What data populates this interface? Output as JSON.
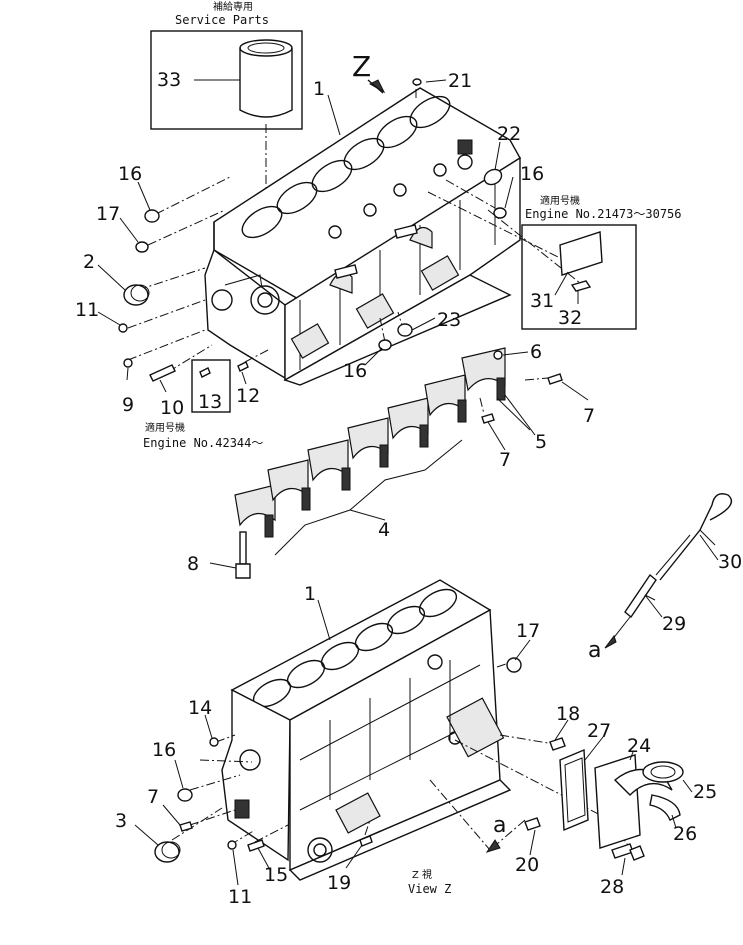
{
  "notes": {
    "service_parts_jp": "補給専用",
    "service_parts_en": "Service Parts",
    "applicable_jp_1": "適用号機",
    "engine_range_1": "Engine No.21473～30756",
    "applicable_jp_2": "適用号機",
    "engine_range_2": "Engine No.42344～",
    "view_jp": "Z 視",
    "view_en": "View Z"
  },
  "markers": {
    "view_letter": "Z",
    "arrow_a_top": "a",
    "arrow_a_bottom": "a"
  },
  "part_labels": [
    {
      "id": "p33",
      "text": "33"
    },
    {
      "id": "p1_top",
      "text": "1"
    },
    {
      "id": "p21",
      "text": "21"
    },
    {
      "id": "p22",
      "text": "22"
    },
    {
      "id": "p16_a",
      "text": "16"
    },
    {
      "id": "p16_b",
      "text": "16"
    },
    {
      "id": "p17_a",
      "text": "17"
    },
    {
      "id": "p2",
      "text": "2"
    },
    {
      "id": "p11_a",
      "text": "11"
    },
    {
      "id": "p9",
      "text": "9"
    },
    {
      "id": "p10",
      "text": "10"
    },
    {
      "id": "p13",
      "text": "13"
    },
    {
      "id": "p12",
      "text": "12"
    },
    {
      "id": "p16_c",
      "text": "16"
    },
    {
      "id": "p23",
      "text": "23"
    },
    {
      "id": "p31",
      "text": "31"
    },
    {
      "id": "p32",
      "text": "32"
    },
    {
      "id": "p6",
      "text": "6"
    },
    {
      "id": "p7_a",
      "text": "7"
    },
    {
      "id": "p5",
      "text": "5"
    },
    {
      "id": "p7_b",
      "text": "7"
    },
    {
      "id": "p4",
      "text": "4"
    },
    {
      "id": "p8",
      "text": "8"
    },
    {
      "id": "p30",
      "text": "30"
    },
    {
      "id": "p29",
      "text": "29"
    },
    {
      "id": "p1_bottom",
      "text": "1"
    },
    {
      "id": "p17_b",
      "text": "17"
    },
    {
      "id": "p14",
      "text": "14"
    },
    {
      "id": "p18",
      "text": "18"
    },
    {
      "id": "p27",
      "text": "27"
    },
    {
      "id": "p24",
      "text": "24"
    },
    {
      "id": "p25",
      "text": "25"
    },
    {
      "id": "p16_d",
      "text": "16"
    },
    {
      "id": "p7_c",
      "text": "7"
    },
    {
      "id": "p3",
      "text": "3"
    },
    {
      "id": "p26",
      "text": "26"
    },
    {
      "id": "p11_b",
      "text": "11"
    },
    {
      "id": "p15",
      "text": "15"
    },
    {
      "id": "p19",
      "text": "19"
    },
    {
      "id": "p20",
      "text": "20"
    },
    {
      "id": "p28",
      "text": "28"
    }
  ]
}
